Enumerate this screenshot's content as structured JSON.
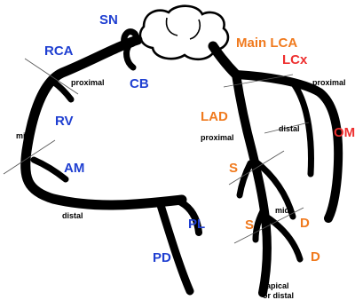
{
  "colors": {
    "rca_branch": "#1f3fd1",
    "lca_branch": "#f07a1e",
    "lcx_label": "#ee2f2f",
    "vessel": "#000000",
    "segment_line": "#555555"
  },
  "labels": {
    "sn": "SN",
    "rca": "RCA",
    "cb": "CB",
    "rv": "RV",
    "am": "AM",
    "pl": "PL",
    "pd": "PD",
    "main_lca": "Main LCA",
    "lcx": "LCx",
    "lad": "LAD",
    "om": "OM",
    "s1": "S",
    "s2": "S",
    "d1": "D",
    "d2": "D"
  },
  "segments": {
    "rca_proximal": "proximal",
    "rca_mid": "mid",
    "rca_distal": "distal",
    "lcx_proximal": "proximal",
    "lcx_distal": "distal",
    "lad_proximal": "proximal",
    "lad_mid": "mid",
    "lad_apical_1": "apical",
    "lad_apical_2": "or distal"
  }
}
